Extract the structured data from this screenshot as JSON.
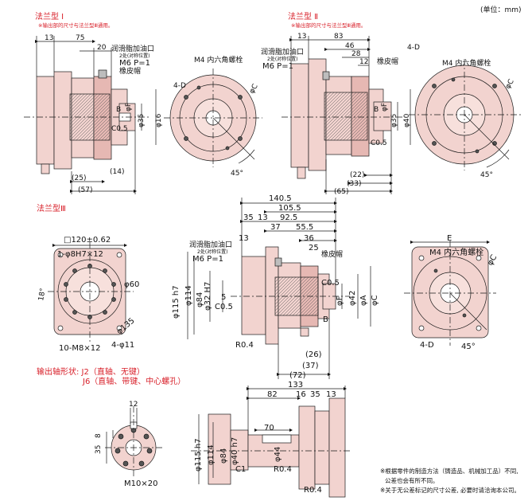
{
  "unit_label": "(单位：mm)",
  "flange1": {
    "title": "法兰型 Ⅰ",
    "note": "※输出部的尺寸与法兰型Ⅲ通用。",
    "dims": {
      "d13": "13",
      "d75": "75",
      "d20": "20",
      "grease": "润滑脂加油口",
      "grease_sub": "2处(对称位置)",
      "m6": "M6 P=1",
      "plug": "橡皮帽",
      "b": "B",
      "f": "φF",
      "d35": "φ35",
      "d16": "φ16",
      "c05": "C0.5",
      "d14": "(14)",
      "d25": "(25)",
      "d57": "(57)"
    },
    "front": {
      "hd": "4-D",
      "m4": "M4 内六角螺栓",
      "phic": "φC",
      "angle": "45°"
    }
  },
  "flange2": {
    "title": "法兰型 Ⅱ",
    "note": "※输出部的尺寸与法兰型Ⅲ通用。",
    "dims": {
      "d13": "13",
      "d83": "83",
      "d46": "46",
      "d28": "28",
      "d12": "12",
      "grease": "润滑脂加油口",
      "grease_sub": "2处(对称位置)",
      "m6": "M6 P=1",
      "plug": "橡皮帽",
      "b": "B",
      "f": "φF",
      "d35": "φ35",
      "d40": "φ40",
      "c05": "C0.5",
      "d22": "(22)",
      "d33": "(33)",
      "d65": "(65)"
    },
    "front": {
      "hd": "4-D",
      "m4": "M4 内六角螺栓",
      "phic": "φC",
      "angle": "45°"
    }
  },
  "flange3": {
    "title": "法兰型Ⅲ",
    "front": {
      "square": "□120±0.62",
      "pin": "1-φ8H7×12",
      "angle": "18°",
      "d60": "φ60",
      "d135": "φ135",
      "m8": "10-M8×12",
      "d11": "4-φ11"
    },
    "side": {
      "d1405": "140.5",
      "d1055": "105.5",
      "d35": "35",
      "d13a": "13",
      "d925": "92.5",
      "d37": "37",
      "d555": "55.5",
      "d13b": "13",
      "d36": "36",
      "d25": "25",
      "grease": "润滑脂加油口",
      "grease_sub": "2处(对称位置)",
      "m6": "M6 P=1",
      "plug": "橡皮帽",
      "d115": "φ115 h7",
      "d114": "φ114",
      "d84": "φ84",
      "d32": "φ32 H7",
      "d5": "5",
      "c05a": "C0.5",
      "c05b": "C0.5",
      "b": "B",
      "f": "φF",
      "d42": "φ42",
      "a": "φA",
      "c": "φC",
      "r04": "R0.4",
      "d26": "(26)",
      "d37b": "(37)",
      "d72": "(72)"
    },
    "front2": {
      "e": "E",
      "m4": "M4 内六角螺栓",
      "phic": "φC",
      "hd": "4-D",
      "angle": "45°"
    }
  },
  "shaft": {
    "title": "输出轴形状: J2（直轴、无键）",
    "title2": "J6（直轴、带键、中心螺孔）",
    "front": {
      "d12": "12",
      "d35": "35",
      "d8": "8",
      "m10": "M10×20"
    },
    "side": {
      "d133": "133",
      "d82": "82",
      "d16": "16",
      "d35": "35",
      "d13": "13",
      "d70": "70",
      "d115": "φ115 h7",
      "d114": "φ114",
      "d84": "φ84",
      "d40": "φ40 h7",
      "d44": "φ44",
      "c1": "C1",
      "r04a": "R0.4",
      "r04b": "R0.4"
    }
  },
  "footnote": {
    "l1": "※根据零件的制造方法（铸造品、机械加工品）不同,",
    "l2": "公差也会有所不同。",
    "l3": "※关于无公差标记的尺寸公差, 必要时请洽询本公司。"
  },
  "colors": {
    "pink": "#f2d3cf",
    "pinkDark": "#e6b8b3",
    "gray": "#bdbdbd",
    "line": "#1a1a1a",
    "red": "#d8202a"
  }
}
